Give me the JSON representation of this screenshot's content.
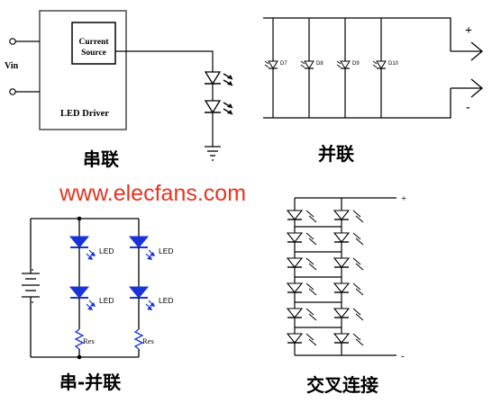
{
  "series_circuit": {
    "vin_label": "Vin",
    "current_source_line1": "Current",
    "current_source_line2": "Source",
    "driver_label": "LED Driver",
    "caption": "串联"
  },
  "parallel_circuit": {
    "diode_labels": [
      "D7",
      "D8",
      "D9",
      "D10"
    ],
    "plus_label": "+",
    "minus_label": "-",
    "caption": "并联"
  },
  "watermark": "www.elecfans.com",
  "series_parallel_circuit": {
    "led_label": "LED",
    "res_label": "Res",
    "caption": "串-并联"
  },
  "cross_circuit": {
    "plus_label": "+",
    "minus_label": "-",
    "caption": "交叉连接"
  },
  "colors": {
    "line": "#000000",
    "blue_led": "#1a33d9",
    "watermark": "#e8331f",
    "box_gray": "#555555"
  }
}
